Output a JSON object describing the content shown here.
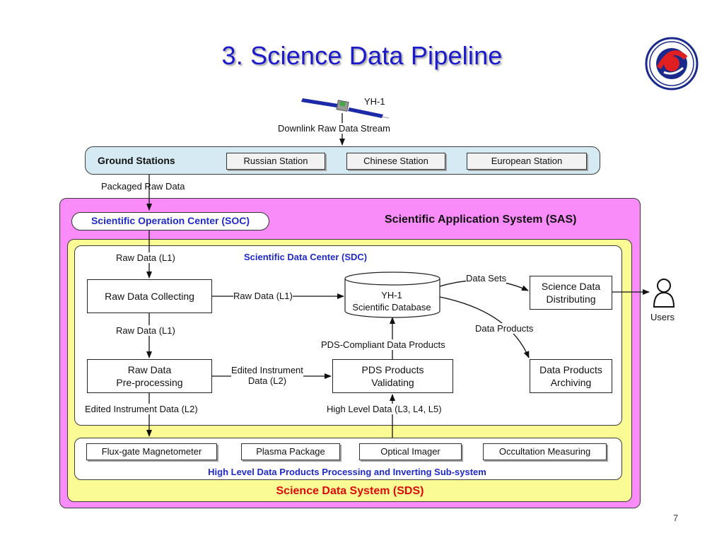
{
  "slide": {
    "title": "3. Science Data Pipeline",
    "page_number": "7"
  },
  "satellite": {
    "name": "YH-1",
    "downlink_label": "Downlink Raw Data Stream"
  },
  "ground_stations": {
    "title": "Ground Stations",
    "stations": [
      "Russian Station",
      "Chinese Station",
      "European Station"
    ]
  },
  "packaged_label": "Packaged Raw Data",
  "sas": {
    "title": "Scientific Application System (SAS)"
  },
  "soc": {
    "title": "Scientific Operation Center (SOC)"
  },
  "sds": {
    "title": "Science Data System (SDS)"
  },
  "sdc": {
    "title": "Scientific Data Center (SDC)",
    "raw_data_l1_top": "Raw Data (L1)",
    "collecting_box": "Raw Data Collecting",
    "raw_data_l1_mid": "Raw Data (L1)",
    "raw_data_l1_lower": "Raw Data (L1)",
    "preprocessing_box": "Raw Data\nPre-processing",
    "edited_instrument_l2_inline": "Edited Instrument\nData (L2)",
    "edited_instrument_l2_down": "Edited Instrument Data (L2)",
    "pds_box": "PDS Products\nValidating",
    "pds_compliant_label": "PDS-Compliant Data Products",
    "high_level_label": "High Level Data (L3, L4, L5)",
    "database_line1": "YH-1",
    "database_line2": "Scientific Database",
    "data_sets_label": "Data Sets",
    "data_products_label": "Data Products",
    "distributing_box": "Science Data\nDistributing",
    "archiving_box": "Data Products\nArchiving"
  },
  "users_label": "Users",
  "hlp": {
    "title": "High Level Data Products Processing and Inverting Sub-system",
    "instruments": [
      "Flux-gate Magnetometer",
      "Plasma Package",
      "Optical Imager",
      "Occultation Measuring"
    ]
  },
  "colors": {
    "title_blue": "#1b1bcc",
    "label_blue": "#1f29c8",
    "sds_red": "#dd0a0a",
    "sas_magenta": "#f98cf9",
    "sds_yellow": "#fbfb96",
    "ground_blue": "#d5eaf2"
  }
}
